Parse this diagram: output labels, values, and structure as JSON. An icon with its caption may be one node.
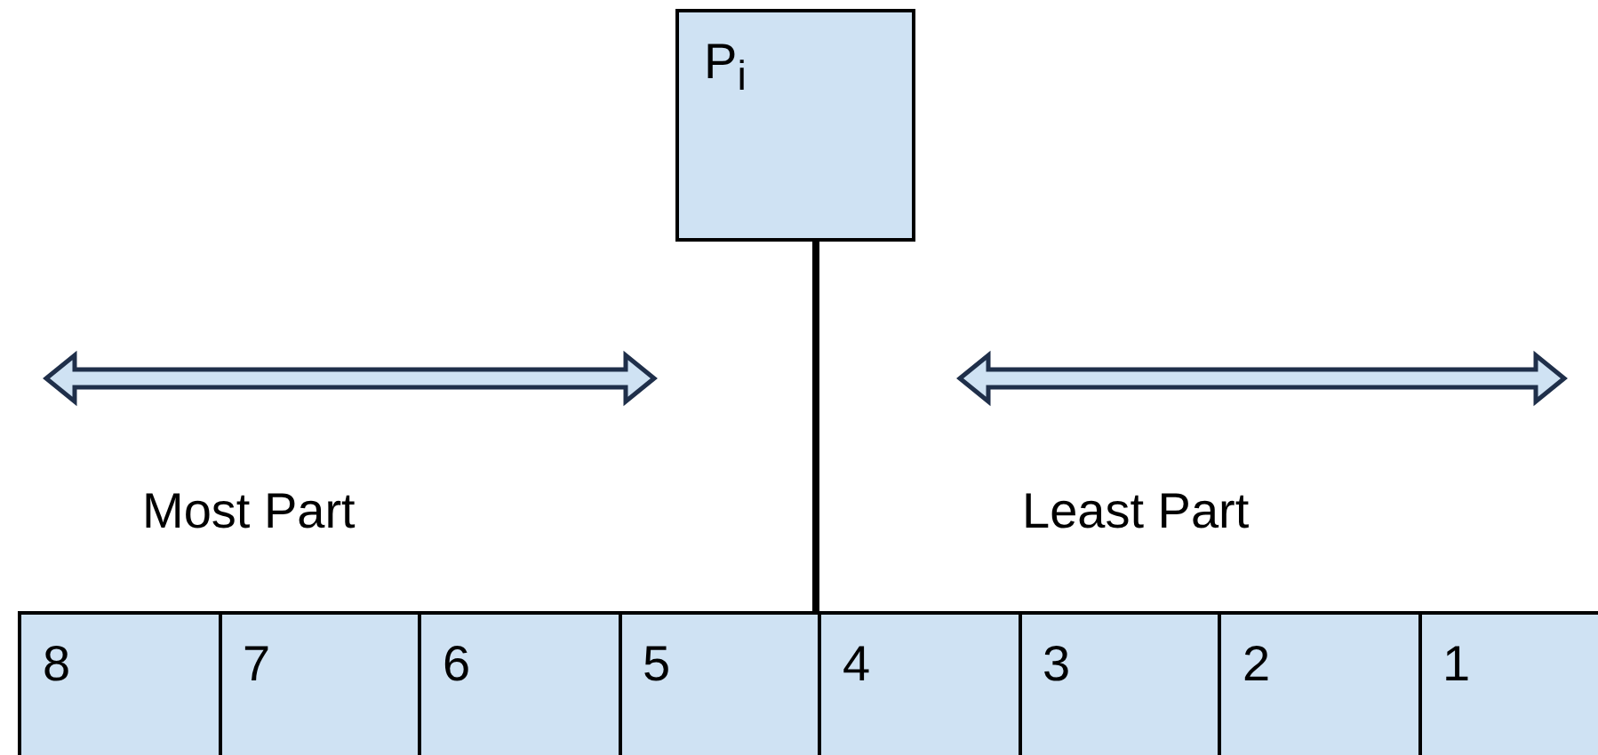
{
  "diagram": {
    "nodes": [
      {
        "text": [
          "P$_{i}$"
        ]
      },
      {
        "text": [],
        "shape": "bar"
      },
      {
        "text": [
          "8"
        ],
        "in": 1
      },
      {
        "text": [
          "7"
        ],
        "in": 1
      },
      {
        "text": [
          "6"
        ],
        "in": 1
      },
      {
        "text": [
          "5"
        ],
        "in": 1
      },
      {
        "text": [
          "4"
        ],
        "in": 1
      },
      {
        "text": [
          "3"
        ],
        "in": 1
      },
      {
        "text": [
          "2"
        ],
        "in": 1
      },
      {
        "text": [
          "1"
        ],
        "in": 1
      }
    ],
    "edges": [
      {
        "from": 0,
        "to": 1,
        "arrow": "none"
      }
    ],
    "labels": [
      "Most Part",
      "Least Part"
    ]
  }
}
